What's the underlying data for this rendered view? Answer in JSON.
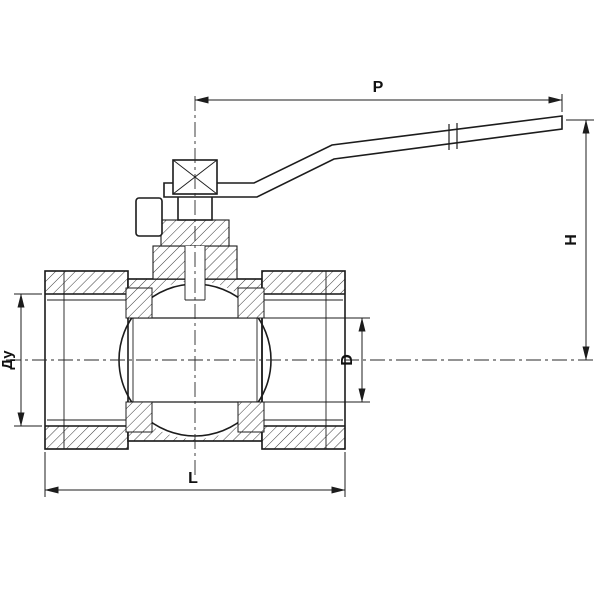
{
  "drawing": {
    "kind": "ball-valve-cross-section"
  },
  "dimensions": {
    "p": {
      "label": "P"
    },
    "h": {
      "label": "H"
    },
    "du": {
      "label": "Ду"
    },
    "d": {
      "label": "D"
    },
    "l": {
      "label": "L"
    }
  },
  "colors": {
    "line": "#1c1c1c",
    "background": "#ffffff"
  }
}
